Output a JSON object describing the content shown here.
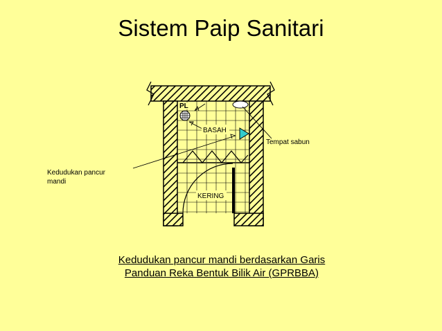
{
  "slide": {
    "title": "Sistem Paip Sanitari",
    "caption_line1": "Kedudukan pancur mandi berdasarkan Garis",
    "caption_line2": "Panduan Reka Bentuk Bilik Air (GPRBBA)"
  },
  "diagram": {
    "label_pl": "PL",
    "label_wet": "BASAH",
    "label_dry": "KERING",
    "label_soap": "Tempat sabun",
    "label_shower_line1": "Kedudukan pancur",
    "label_shower_line2": "mandi"
  },
  "colors": {
    "background": "#FFFF99",
    "fixture": "#33CCCC",
    "tile_line": "#000000"
  }
}
